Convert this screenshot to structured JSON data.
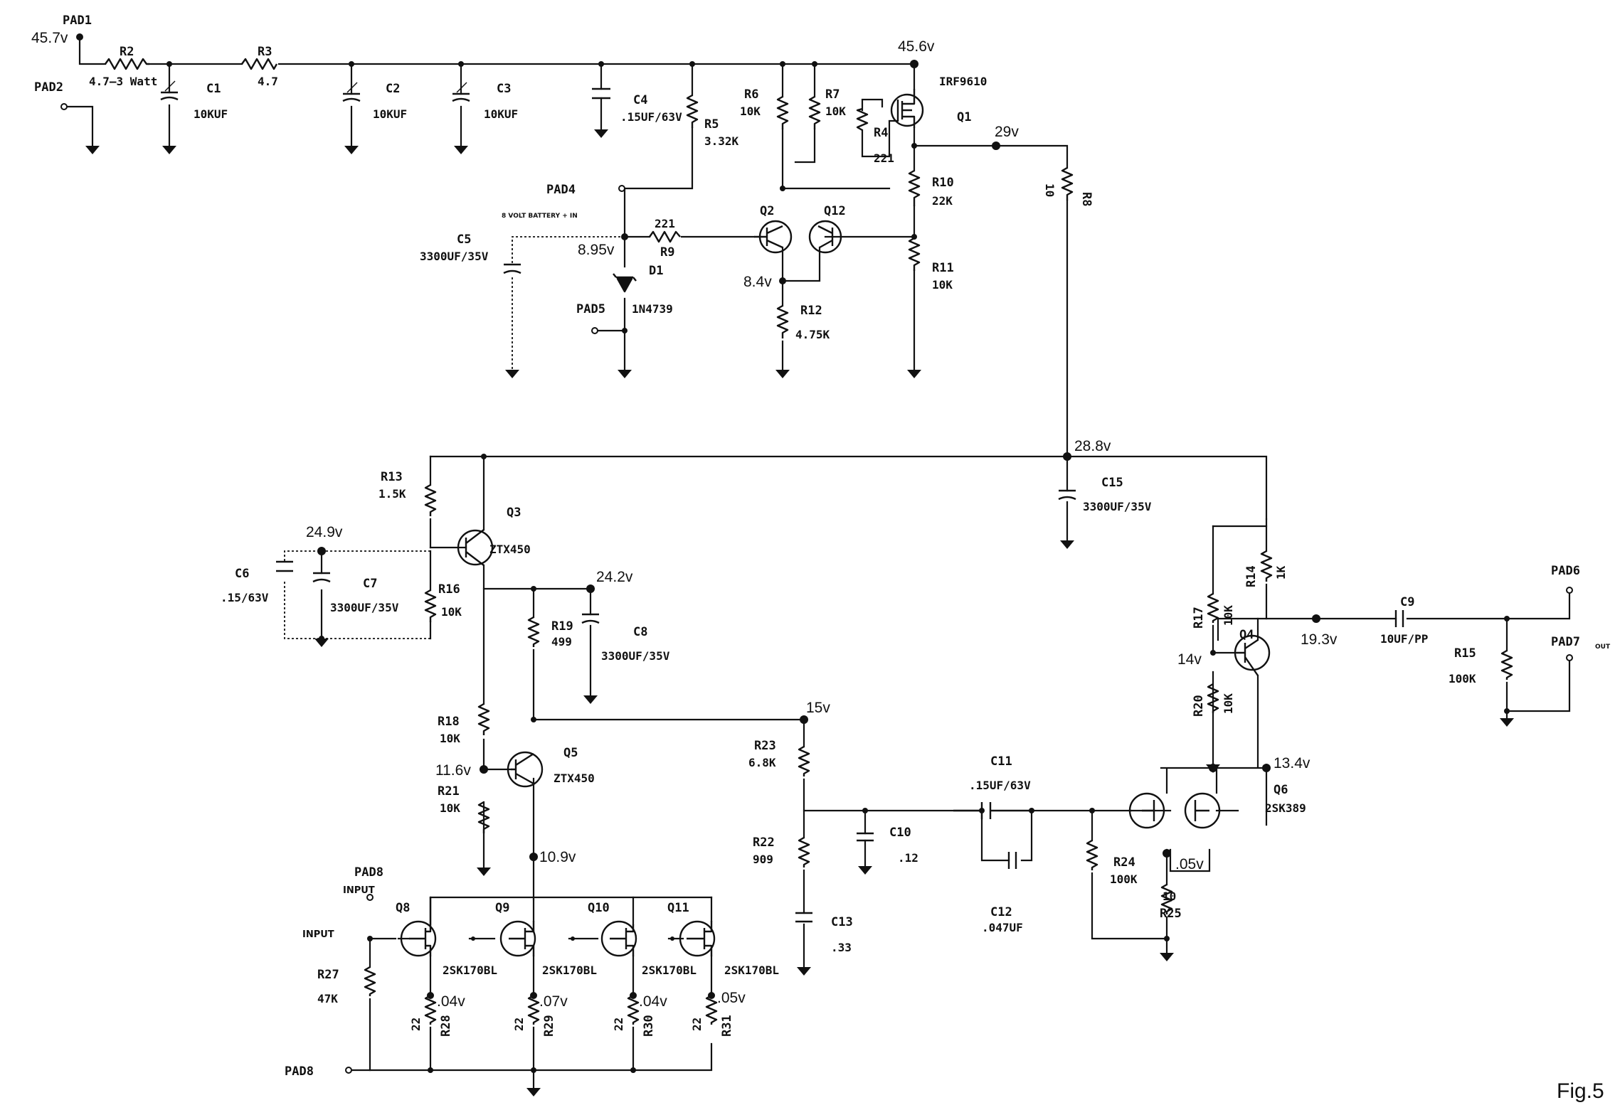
{
  "figure": {
    "label": "Fig.5"
  },
  "pads": {
    "pad1": "PAD1",
    "pad2": "PAD2",
    "pad4": "PAD4",
    "pad5": "PAD5",
    "pad6": "PAD6",
    "pad7": "PAD7",
    "pad7_out": "OUT",
    "pad8": "PAD8",
    "pad8_input": "INPUT",
    "pad9": "PAD8"
  },
  "voltages": {
    "pad1": "45.7v",
    "rail": "45.6v",
    "q1_drain": "29v",
    "zener": "8.95v",
    "q2_emitter": "8.4v",
    "c15_node": "28.8v",
    "q3_base": "24.9v",
    "q3_emitter": "24.2v",
    "node_15v": "15v",
    "q5_base": "11.6v",
    "q5_emitter": "10.9v",
    "q8_src": ".04v",
    "q9_src": ".07v",
    "q10_src": ".04v",
    "q11_src": ".05v",
    "q4_emitter": "19.3v",
    "q4_base": "14v",
    "q6_drain": "13.4v",
    "q6_src": ".05v"
  },
  "components": {
    "R2": {
      "name": "R2",
      "value": "4.7–3 Watt"
    },
    "R3": {
      "name": "R3",
      "value": "4.7"
    },
    "C1": {
      "name": "C1",
      "value": "10KUF"
    },
    "C2": {
      "name": "C2",
      "value": "10KUF"
    },
    "C3": {
      "name": "C3",
      "value": "10KUF"
    },
    "C4": {
      "name": "C4",
      "value": ".15UF/63V"
    },
    "R5": {
      "name": "R5",
      "value": "3.32K"
    },
    "R6": {
      "name": "R6",
      "value": "10K"
    },
    "R7": {
      "name": "R7",
      "value": "10K"
    },
    "R4": {
      "name": "R4",
      "value": "221"
    },
    "Q1": {
      "name": "Q1",
      "value": "IRF9610"
    },
    "R9": {
      "name": "R9",
      "value": "221"
    },
    "R8": {
      "name": "R8",
      "value": "10"
    },
    "R10": {
      "name": "R10",
      "value": "22K"
    },
    "R11": {
      "name": "R11",
      "value": "10K"
    },
    "R12": {
      "name": "R12",
      "value": "4.75K"
    },
    "Q2": {
      "name": "Q2"
    },
    "Q12": {
      "name": "Q12"
    },
    "D1": {
      "name": "D1",
      "value": "1N4739"
    },
    "C5": {
      "name": "C5",
      "value": "3300UF/35V"
    },
    "battery": {
      "value": "8 VOLT BATTERY + IN"
    },
    "R13": {
      "name": "R13",
      "value": "1.5K"
    },
    "Q3": {
      "name": "Q3",
      "value": "ZTX450"
    },
    "C6a": {
      "name": "C6",
      "value": ".15/63V"
    },
    "C7": {
      "name": "C7",
      "value": "3300UF/35V"
    },
    "R16": {
      "name": "R16",
      "value": "10K"
    },
    "R19": {
      "name": "R19",
      "value": "499"
    },
    "C8": {
      "name": "C8",
      "value": "3300UF/35V"
    },
    "R18": {
      "name": "R18",
      "value": "10K"
    },
    "Q5": {
      "name": "Q5",
      "value": "ZTX450"
    },
    "R21": {
      "name": "R21",
      "value": "10K"
    },
    "R23": {
      "name": "R23",
      "value": "6.8K"
    },
    "R22": {
      "name": "R22",
      "value": "909"
    },
    "C10": {
      "name": "C10",
      "value": ".12"
    },
    "C13": {
      "name": "C13",
      "value": ".33"
    },
    "C11": {
      "name": "C11",
      "value": ".15UF/63V"
    },
    "C12": {
      "name": "C12",
      "value": ".047UF"
    },
    "R24": {
      "name": "R24",
      "value": "100K"
    },
    "R25": {
      "name": "R25",
      "value": "10"
    },
    "Q6": {
      "name": "Q6",
      "value": "2SK389"
    },
    "C15": {
      "name": "C15",
      "value": "3300UF/35V"
    },
    "R14": {
      "name": "R14",
      "value": "1K"
    },
    "R17": {
      "name": "R17",
      "value": "10K"
    },
    "R20": {
      "name": "R20",
      "value": "10K"
    },
    "Q4": {
      "name": "Q4"
    },
    "C9": {
      "name": "C9",
      "value": "10UF/PP"
    },
    "R15": {
      "name": "R15",
      "value": "100K"
    },
    "R27": {
      "name": "R27",
      "value": "47K"
    },
    "Q8": {
      "name": "Q8",
      "value": "2SK170BL"
    },
    "Q9": {
      "name": "Q9",
      "value": "2SK170BL"
    },
    "Q10": {
      "name": "Q10",
      "value": "2SK170BL"
    },
    "Q11": {
      "name": "Q11",
      "value": "2SK170BL"
    },
    "R28": {
      "name": "R28",
      "value": "22"
    },
    "R29": {
      "name": "R29",
      "value": "22"
    },
    "R30": {
      "name": "R30",
      "value": "22"
    },
    "R31": {
      "name": "R31",
      "value": "22"
    }
  }
}
